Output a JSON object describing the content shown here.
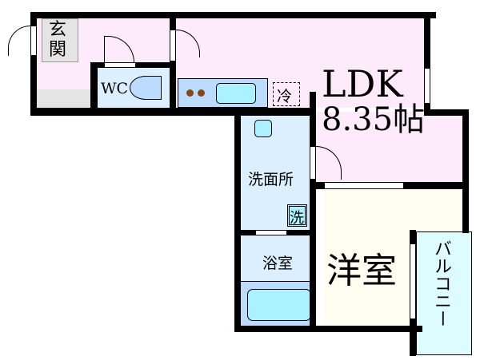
{
  "rooms": {
    "entrance": "玄関",
    "wc": "WC",
    "fridge": "冷",
    "ldk": "LDK",
    "ldk_size": "8.35帖",
    "washroom": "洗面所",
    "washer": "洗",
    "bathroom": "浴室",
    "western_room": "洋室",
    "balcony": "バルコニー"
  },
  "colors": {
    "ldk": "#fdeafa",
    "wet_area": "#dcefff",
    "fixtures": "#bcdcff",
    "basin": "#aaf2ff",
    "western_room": "#fefdf0",
    "balcony": "#dcfcff",
    "entrance": "#e4e4e4"
  }
}
